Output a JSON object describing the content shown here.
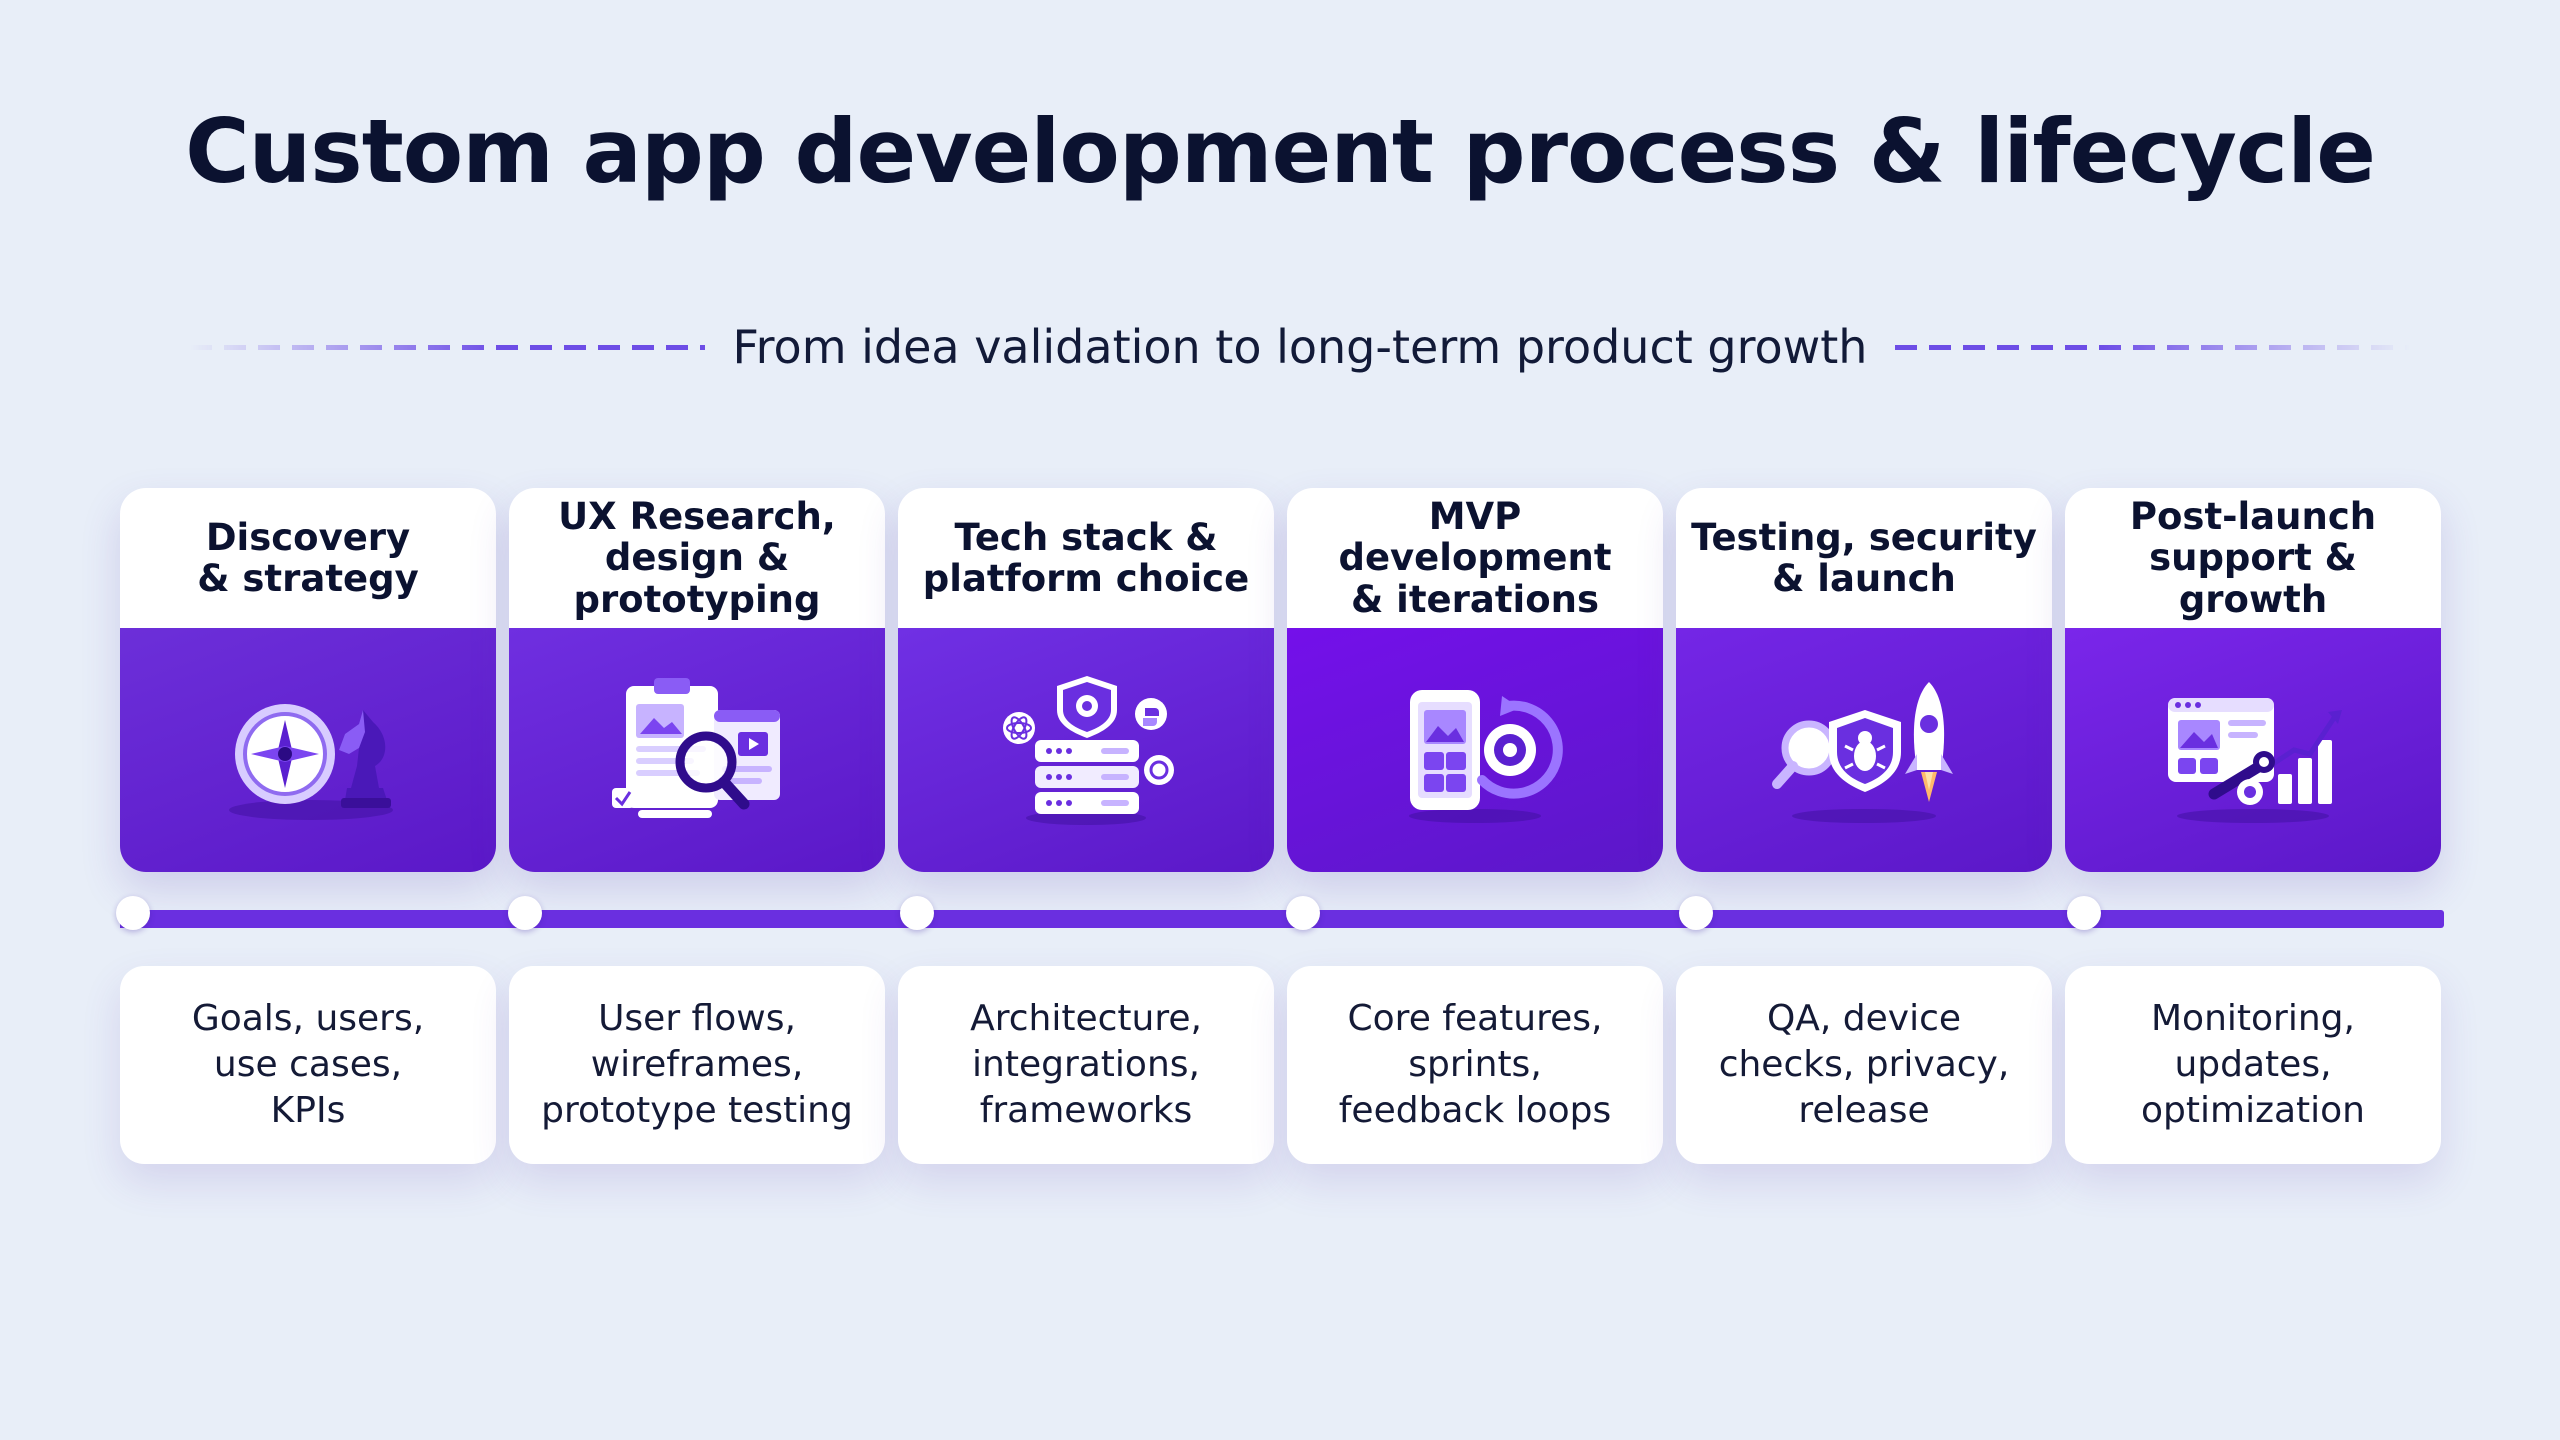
{
  "title": "Custom app development process & lifecycle",
  "subtitle": "From idea validation to long-term product growth",
  "colors": {
    "background": "#e8eef8",
    "accent": "#6a2fe0",
    "timeline": "#6a2fe0",
    "title_text": "#0b1230"
  },
  "stages": [
    {
      "title": "Discovery\n& strategy",
      "icon": "compass-chess-knight-icon",
      "description": "Goals, users,\nuse cases,\nKPIs",
      "color": "#6c2fd9"
    },
    {
      "title": "UX Research,\ndesign &\nprototyping",
      "icon": "clipboard-magnifier-wireframe-icon",
      "description": "User flows,\nwireframes,\nprototype testing",
      "color": "#6f2fe0"
    },
    {
      "title": "Tech stack &\nplatform choice",
      "icon": "server-stack-shield-gear-icon",
      "description": "Architecture,\nintegrations,\nframeworks",
      "color": "#7030e4"
    },
    {
      "title": "MVP development\n& iterations",
      "icon": "phone-gear-cycle-icon",
      "description": "Core features,\nsprints,\nfeedback loops",
      "color": "#7410ea"
    },
    {
      "title": "Testing, security\n& launch",
      "icon": "magnifier-bug-shield-rocket-icon",
      "description": "QA, device\nchecks, privacy,\nrelease",
      "color": "#7426e6"
    },
    {
      "title": "Post-launch\nsupport & growth",
      "icon": "dashboard-wrench-growth-chart-icon",
      "description": "Monitoring,\nupdates,\noptimization",
      "color": "#7a26ea"
    }
  ]
}
